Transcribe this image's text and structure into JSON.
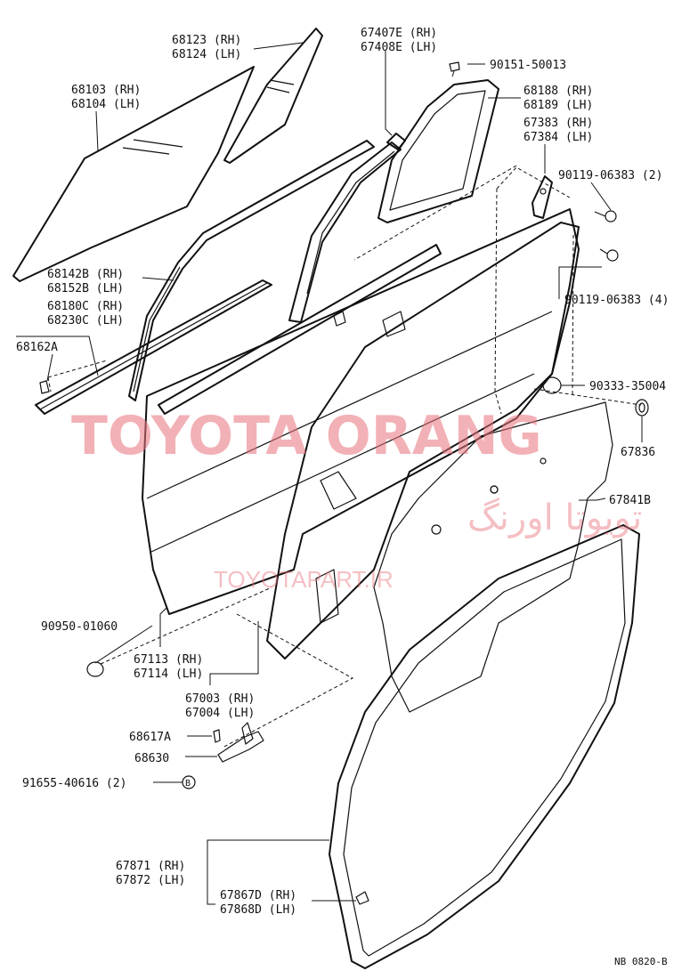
{
  "watermark": {
    "brand": "TOYOTA ORANG",
    "brand_fa": "تویوتا اورنگ",
    "url": "TOYOTAPART.IR"
  },
  "labels": {
    "glass_rear_rh": "68123 (RH)",
    "glass_rear_lh": "68124 (LH)",
    "glass_main_rh": "68103 (RH)",
    "glass_main_lh": "68104 (LH)",
    "division_bar_rh": "67407E (RH)",
    "division_bar_lh": "67408E (LH)",
    "screw_top": "90151-50013",
    "weatherstrip_quarter_rh": "68188 (RH)",
    "weatherstrip_quarter_lh": "68189 (LH)",
    "bracket_rh": "67383 (RH)",
    "bracket_lh": "67384 (LH)",
    "bolt_2": "90119-06383 (2)",
    "bolt_4": "90119-06383 (4)",
    "run_channel_rh": "68142B (RH)",
    "run_channel_lh": "68152B (LH)",
    "belt_moulding_rh": "68180C (RH)",
    "belt_moulding_lh": "68230C (LH)",
    "clip": "68162A",
    "plug": "90333-35004",
    "hole_cover": "67836",
    "service_cover": "67841B",
    "cap": "90950-01060",
    "panel_sub_rh": "67113 (RH)",
    "panel_sub_lh": "67114 (LH)",
    "panel_assy_rh": "67003 (RH)",
    "panel_assy_lh": "67004 (LH)",
    "check_pin": "68617A",
    "door_check": "68630",
    "bolt_check": "91655-40616 (2)",
    "check_symbol": "B",
    "door_weatherstrip_rh": "67871 (RH)",
    "door_weatherstrip_lh": "67872 (LH)",
    "ws_clip_rh": "67867D (RH)",
    "ws_clip_lh": "67868D (LH)",
    "figure_code": "NB 0820-B"
  }
}
